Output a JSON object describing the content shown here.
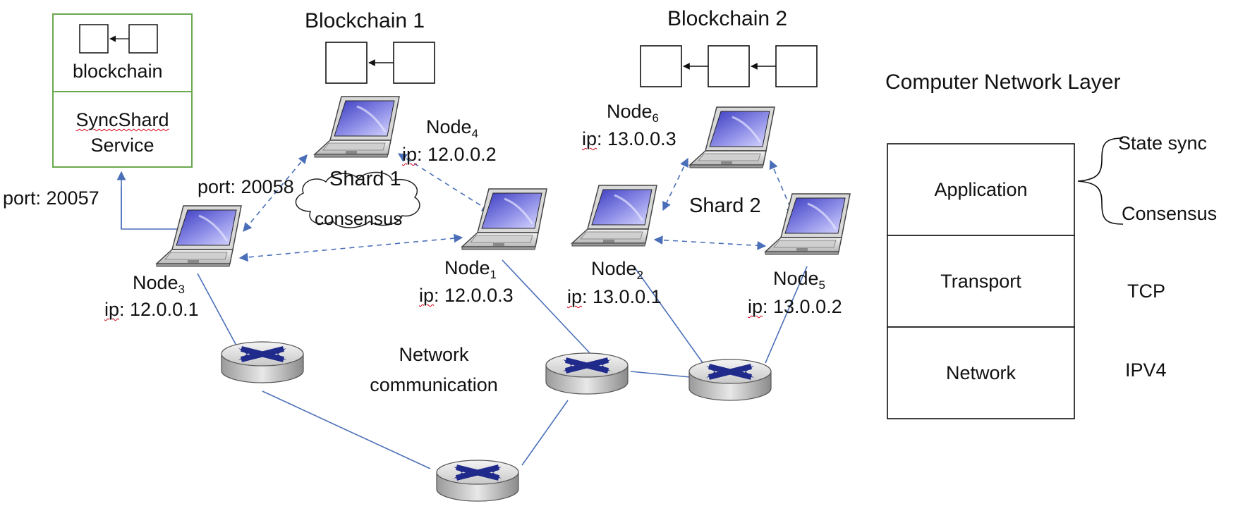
{
  "service_box": {
    "top_label": "blockchain",
    "bottom_label_line1": "SyncShard",
    "bottom_label_line2": "Service"
  },
  "ports": {
    "service": "port: 20057",
    "node": "port: 20058"
  },
  "blockchains": [
    {
      "title": "Blockchain 1",
      "blocks": 2
    },
    {
      "title": "Blockchain 2",
      "blocks": 3
    }
  ],
  "shards": [
    {
      "title": "Shard 1",
      "cloud_label": "consensus"
    },
    {
      "title": "Shard 2"
    }
  ],
  "nodes": [
    {
      "name": "Node",
      "sub": "3",
      "ip_prefix": "ip",
      "ip": ": 12.0.0.1"
    },
    {
      "name": "Node",
      "sub": "4",
      "ip_prefix": "ip",
      "ip": ": 12.0.0.2"
    },
    {
      "name": "Node",
      "sub": "1",
      "ip_prefix": "ip",
      "ip": ": 12.0.0.3"
    },
    {
      "name": "Node",
      "sub": "6",
      "ip_prefix": "ip",
      "ip": ": 13.0.0.3"
    },
    {
      "name": "Node",
      "sub": "2",
      "ip_prefix": "ip",
      "ip": ": 13.0.0.1"
    },
    {
      "name": "Node",
      "sub": "5",
      "ip_prefix": "ip",
      "ip": ": 13.0.0.2"
    }
  ],
  "network_label_line1": "Network",
  "network_label_line2": "communication",
  "layers": {
    "title": "Computer Network Layer",
    "rows": [
      {
        "name": "Application",
        "protocols": [
          "State sync",
          "Consensus"
        ]
      },
      {
        "name": "Transport",
        "protocols": [
          "TCP"
        ]
      },
      {
        "name": "Network",
        "protocols": [
          "IPV4"
        ]
      }
    ]
  },
  "colors": {
    "link": "#4a6fb8",
    "service_border": "#6aa84f",
    "router_mark": "#1f2a8a",
    "screen": "#6f6fd8"
  }
}
